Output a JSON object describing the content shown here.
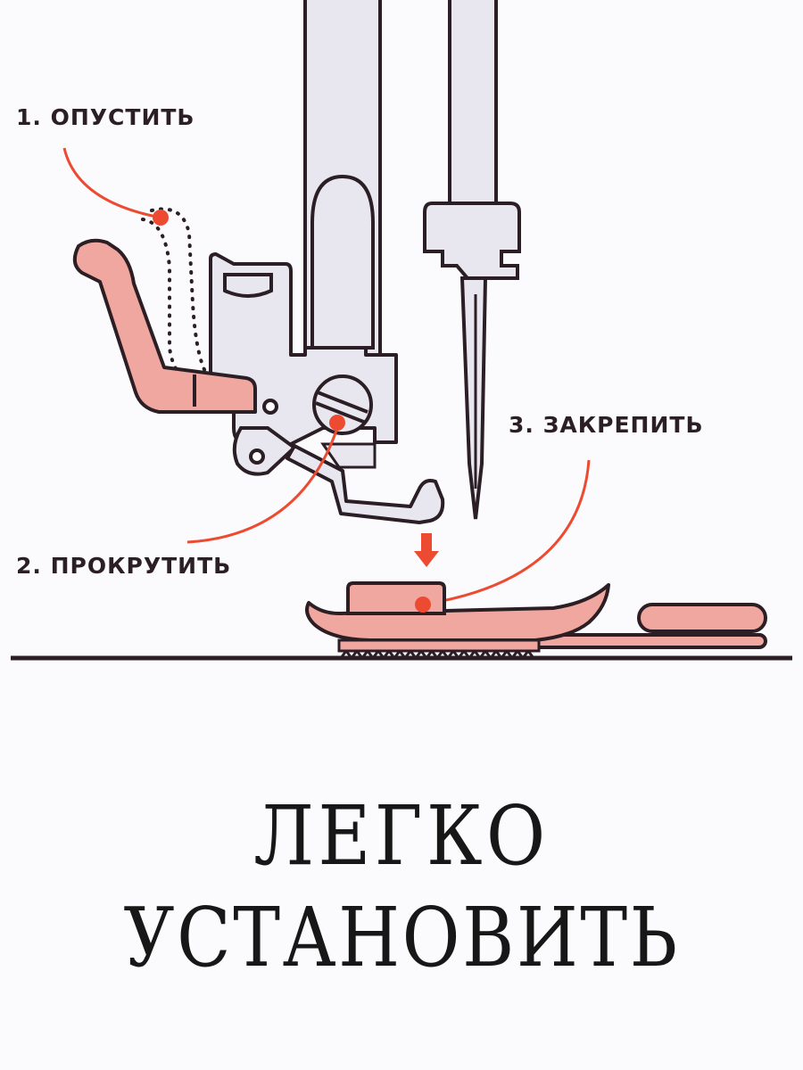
{
  "steps": {
    "step1": "1. ОПУСТИТЬ",
    "step2": "2. ПРОКРУТИТЬ",
    "step3": "3. ЗАКРЕПИТЬ"
  },
  "headline": {
    "line1": "ЛЕГКО",
    "line2": "УСТАНОВИТЬ"
  },
  "colors": {
    "outline": "#2b1e24",
    "metal": "#e8e7ef",
    "foot": "#f0a79f",
    "accent": "#ec4b32",
    "text": "#171717"
  }
}
